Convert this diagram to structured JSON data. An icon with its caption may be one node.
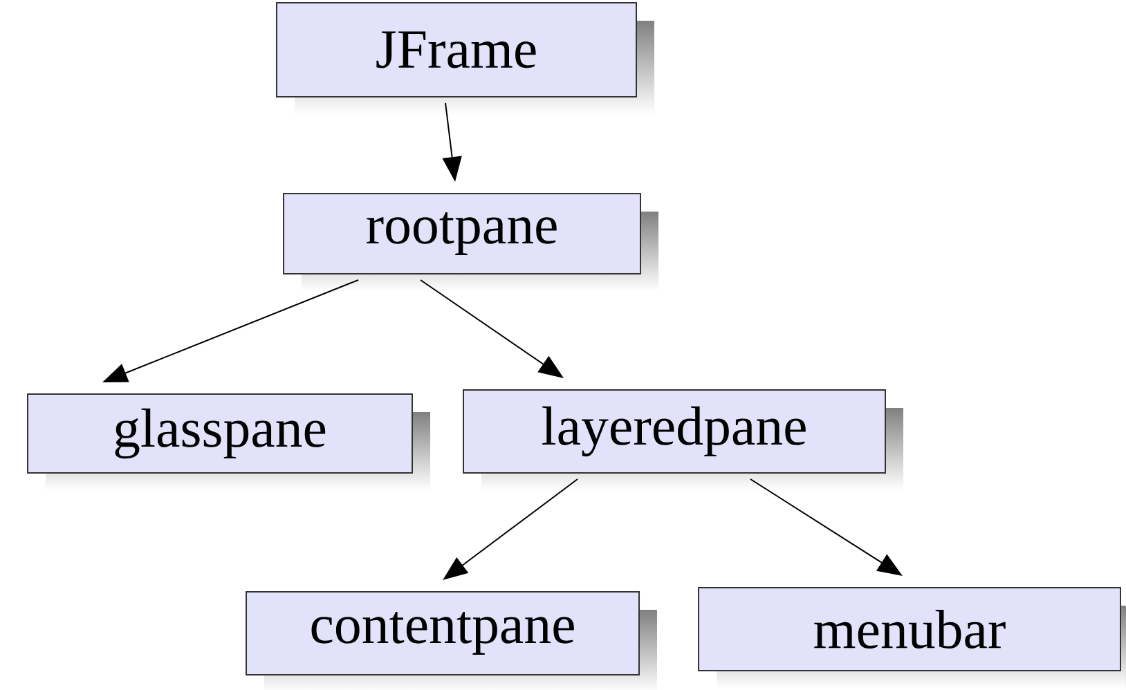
{
  "diagram": {
    "nodes": [
      {
        "text": [
          "JFrame"
        ]
      },
      {
        "text": [
          "rootpane"
        ]
      },
      {
        "text": [
          "glasspane"
        ]
      },
      {
        "text": [
          "layeredpane"
        ]
      },
      {
        "text": [
          "contentpane"
        ]
      },
      {
        "text": [
          "menubar"
        ]
      }
    ],
    "edges": [
      {
        "from": 0,
        "to": 1,
        "arrow": "to"
      },
      {
        "from": 1,
        "to": 2,
        "arrow": "to"
      },
      {
        "from": 1,
        "to": 3,
        "arrow": "to"
      },
      {
        "from": 3,
        "to": 4,
        "arrow": "to"
      },
      {
        "from": 3,
        "to": 5,
        "arrow": "to"
      }
    ]
  }
}
